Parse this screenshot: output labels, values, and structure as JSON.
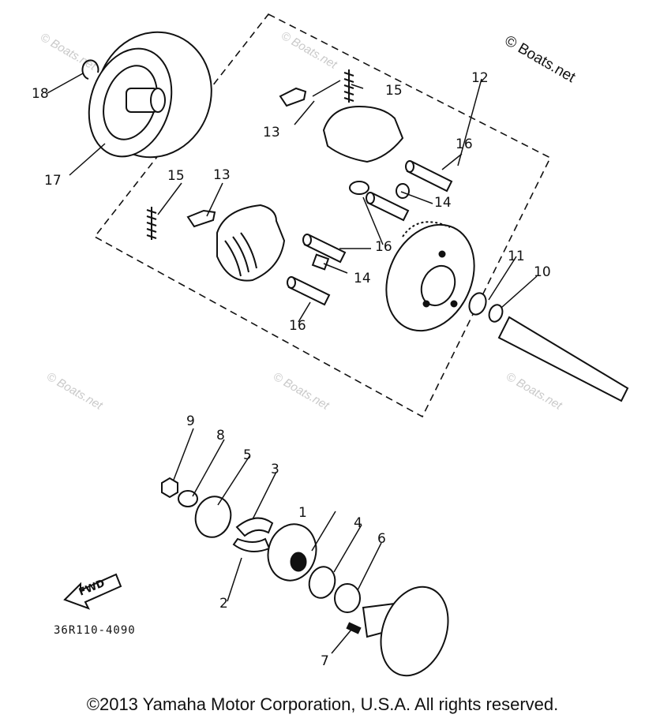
{
  "diagram": {
    "brand_mark": "© Boats.net",
    "watermark": "© Boats.net",
    "drawing_code": "36R110-4090",
    "fwd_label": "FWD",
    "part_labels": [
      "1",
      "2",
      "3",
      "4",
      "5",
      "6",
      "7",
      "8",
      "9",
      "10",
      "11",
      "12",
      "13",
      "13",
      "14",
      "14",
      "15",
      "15",
      "16",
      "16",
      "16",
      "17",
      "18"
    ]
  },
  "footer": {
    "copyright": "©2013 Yamaha Motor Corporation, U.S.A. All rights reserved."
  }
}
